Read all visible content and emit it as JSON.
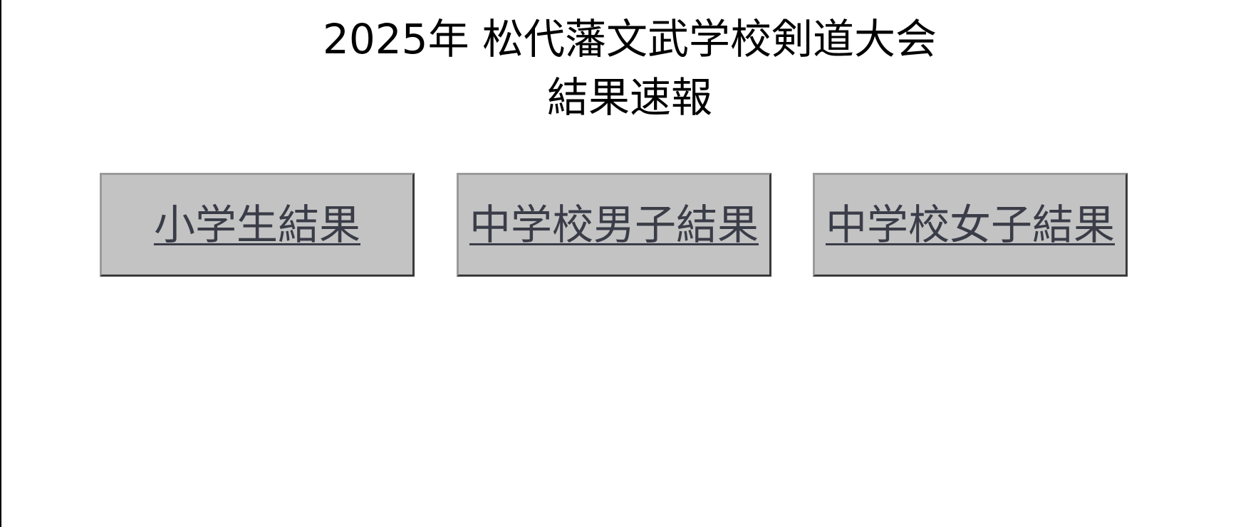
{
  "header": {
    "title_line1": "2025年 松代藩文武学校剣道大会",
    "title_line2": "結果速報"
  },
  "nav": {
    "buttons": [
      {
        "label": "小学生結果"
      },
      {
        "label": "中学校男子結果"
      },
      {
        "label": "中学校女子結果"
      }
    ]
  },
  "colors": {
    "button_bg": "#c3c3c3",
    "link_text": "#3a3d48",
    "page_bg": "#ffffff"
  }
}
